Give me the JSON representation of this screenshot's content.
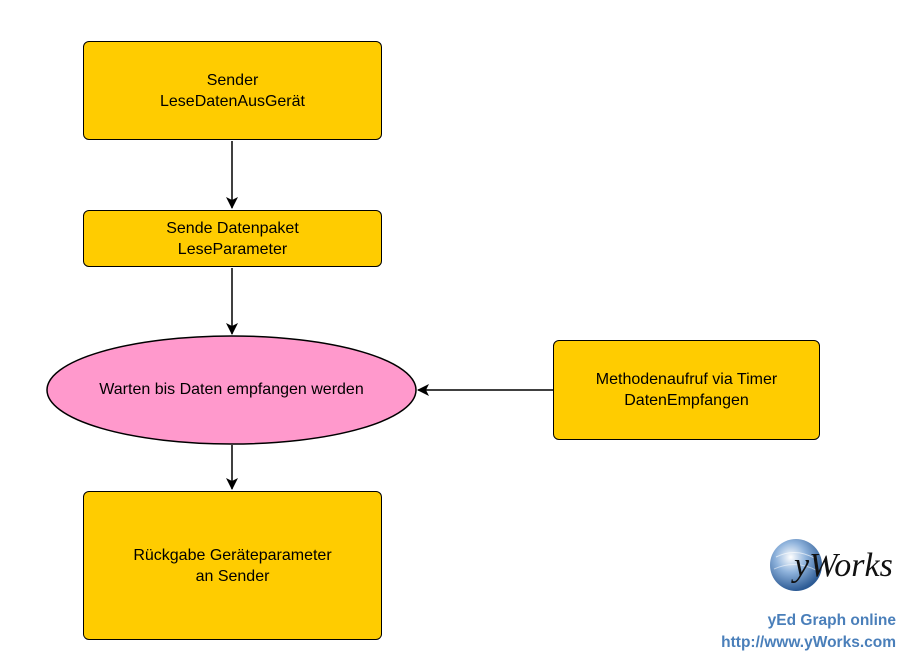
{
  "colors": {
    "box_fill": "#FFCC00",
    "ellipse_fill": "#FF99CC",
    "stroke": "#000000",
    "brand_text": "#4a7fba"
  },
  "nodes": {
    "sender": {
      "line1": "Sender",
      "line2": "LeseDatenAusGerät"
    },
    "send_packet": {
      "line1": "Sende Datenpaket",
      "line2": "LeseParameter"
    },
    "wait": {
      "label": "Warten bis Daten empfangen werden"
    },
    "method_call": {
      "line1": "Methodenaufruf via Timer",
      "line2": "DatenEmpfangen"
    },
    "return": {
      "line1": "Rückgabe Geräteparameter",
      "line2": "an Sender"
    }
  },
  "edges": [
    {
      "from": "sender",
      "to": "send_packet"
    },
    {
      "from": "send_packet",
      "to": "wait"
    },
    {
      "from": "method_call",
      "to": "wait"
    },
    {
      "from": "wait",
      "to": "return"
    }
  ],
  "brand": {
    "logo_text": "yWorks",
    "line1": "yEd Graph online",
    "line2": "http://www.yWorks.com"
  }
}
